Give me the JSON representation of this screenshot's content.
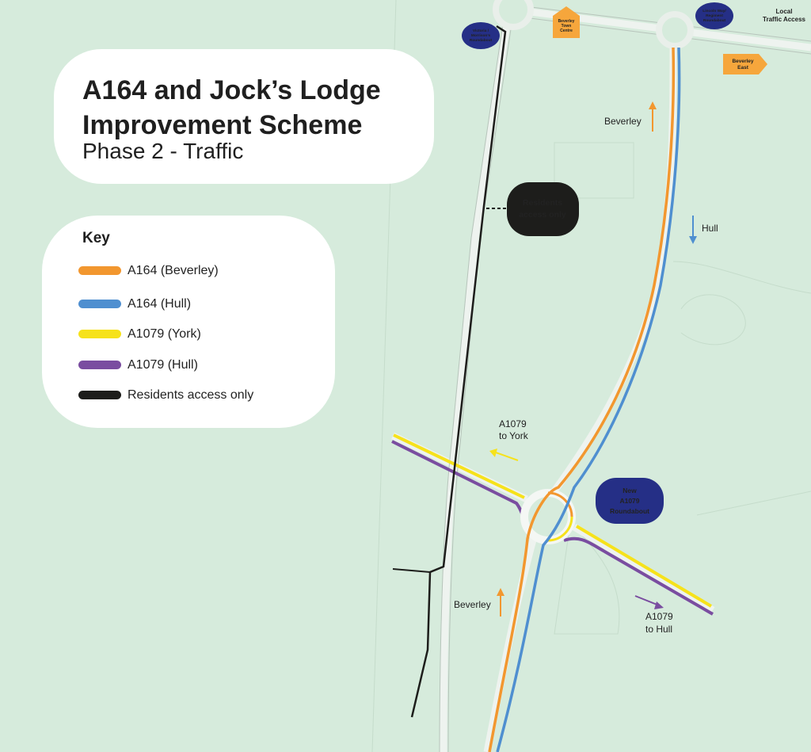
{
  "title": {
    "line1": "A164 and Jock’s Lodge",
    "line2": "Improvement Scheme",
    "subtitle": "Phase 2 - Traffic"
  },
  "key": {
    "heading": "Key",
    "items": [
      {
        "label": "A164 (Beverley)",
        "color": "#f2972f"
      },
      {
        "label": "A164 (Hull)",
        "color": "#4f8fd0"
      },
      {
        "label": "A1079 (York)",
        "color": "#f6e21b"
      },
      {
        "label": "A1079 (Hull)",
        "color": "#7a4da0"
      },
      {
        "label": "Residents access only",
        "color": "#1d1d1b"
      }
    ]
  },
  "colors": {
    "background": "#d6ebdc",
    "road_edge": "#c9d4cc",
    "navy": "#252f86",
    "signpost_orange": "#f6a63c",
    "black_label": "#1d1d1b"
  },
  "map_labels": {
    "residents_access": [
      "Residents",
      "access only"
    ],
    "new_roundabout": [
      "New",
      "A1079",
      "Roundabout"
    ],
    "victoria_roundabout": [
      "Victoria /",
      "Morrison’s",
      "Roundabout"
    ],
    "lincoln_roundabout": [
      "Lincoln Way/",
      "Regiment",
      "Roundabout"
    ],
    "beverley_town_centre": [
      "Beverley",
      "Town",
      "Centre"
    ],
    "beverley_east": [
      "Beverley",
      "East"
    ],
    "local_traffic": [
      "Local",
      "Traffic Access"
    ],
    "beverley_north": "Beverley",
    "hull_north": "Hull",
    "a1079_to_york": [
      "A1079",
      "to York"
    ],
    "beverley_south": "Beverley",
    "a1079_to_hull": [
      "A1079",
      "to Hull"
    ]
  },
  "icons": {
    "north_arrow_orange": "arrow-up-icon",
    "south_arrow_blue": "arrow-down-icon",
    "york_arrow": "arrow-left-icon",
    "hull_arrow": "arrow-down-right-icon"
  }
}
